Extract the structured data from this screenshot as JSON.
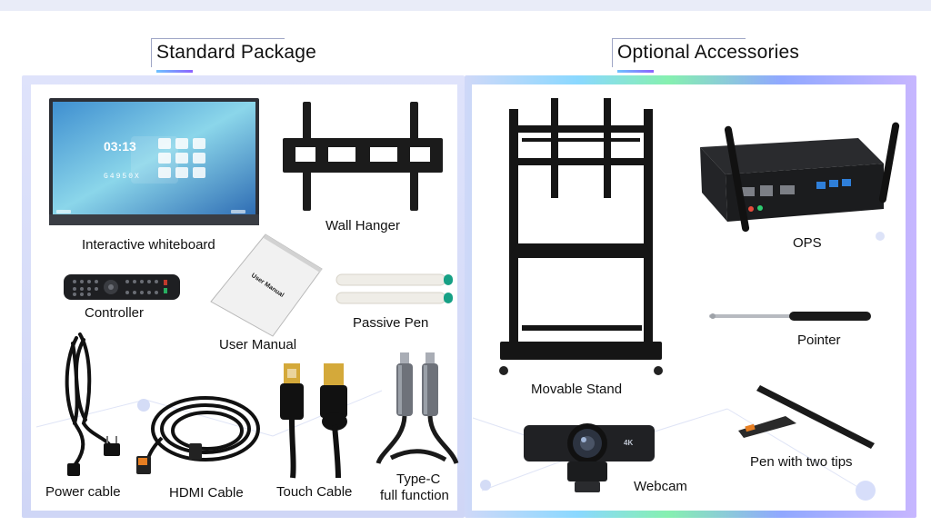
{
  "headings": {
    "standard": "Standard Package",
    "optional": "Optional Accessories"
  },
  "screen": {
    "time": "03:13",
    "code": "G4950X"
  },
  "standard_items": {
    "whiteboard": "Interactive whiteboard",
    "wall_hanger": "Wall Hanger",
    "controller": "Controller",
    "manual_cover": "User Manual",
    "user_manual": "User Manual",
    "passive_pen": "Passive Pen",
    "power_cable": "Power cable",
    "hdmi_cable": "HDMI Cable",
    "touch_cable": "Touch Cable",
    "type_c_line1": "Type-C",
    "type_c_line2": "full function"
  },
  "optional_items": {
    "movable_stand": "Movable Stand",
    "ops": "OPS",
    "pointer": "Pointer",
    "webcam": "Webcam",
    "webcam_badge": "4K",
    "pen_two_tips": "Pen with two tips"
  },
  "colors": {
    "panel_left_border": "#d6dcf8",
    "accent_gradient_start": "#6ec2ff",
    "accent_gradient_end": "#8d63ff"
  }
}
